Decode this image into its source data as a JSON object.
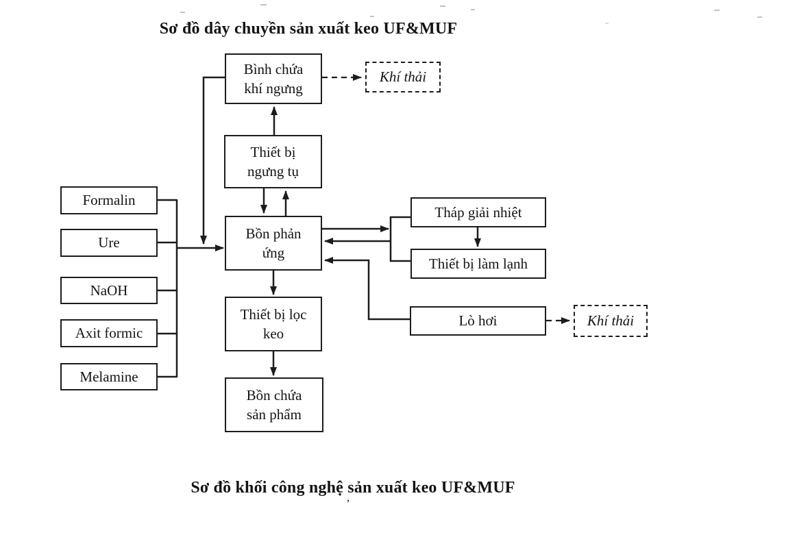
{
  "titles": {
    "top": "Sơ đồ dây chuyền sản xuất keo UF&MUF",
    "bottom": "Sơ đồ khối công nghệ sản xuất keo UF&MUF"
  },
  "colors": {
    "line": "#1c1c1c",
    "text": "#141414",
    "background": "#ffffff"
  },
  "nodes": {
    "formalin": {
      "lines": [
        "Formalin"
      ]
    },
    "ure": {
      "lines": [
        "Ure"
      ]
    },
    "naoh": {
      "lines": [
        "NaOH"
      ]
    },
    "axit_formic": {
      "lines": [
        "Axit formic"
      ]
    },
    "melamine": {
      "lines": [
        "Melamine"
      ]
    },
    "binh_chua_khi_ngung": {
      "lines": [
        "Bình chứa",
        "khí ngưng"
      ]
    },
    "thiet_bi_ngung_tu": {
      "lines": [
        "Thiết bị",
        "ngưng tụ"
      ]
    },
    "bon_phan_ung": {
      "lines": [
        "Bồn phản",
        "ứng"
      ]
    },
    "thiet_bi_loc_keo": {
      "lines": [
        "Thiết bị lọc",
        "keo"
      ]
    },
    "bon_chua_san_pham": {
      "lines": [
        "Bồn chứa",
        "sản phẩm"
      ]
    },
    "thap_giai_nhiet": {
      "lines": [
        "Tháp giải nhiệt"
      ]
    },
    "thiet_bi_lam_lanh": {
      "lines": [
        "Thiết bị làm lạnh"
      ]
    },
    "lo_hoi": {
      "lines": [
        "Lò hơi"
      ]
    },
    "khi_thai_top": {
      "lines": [
        "Khí thải"
      ]
    },
    "khi_thai_bottom": {
      "lines": [
        "Khí thải"
      ]
    }
  },
  "artifacts": {
    "stray_mark": "ʼ"
  }
}
